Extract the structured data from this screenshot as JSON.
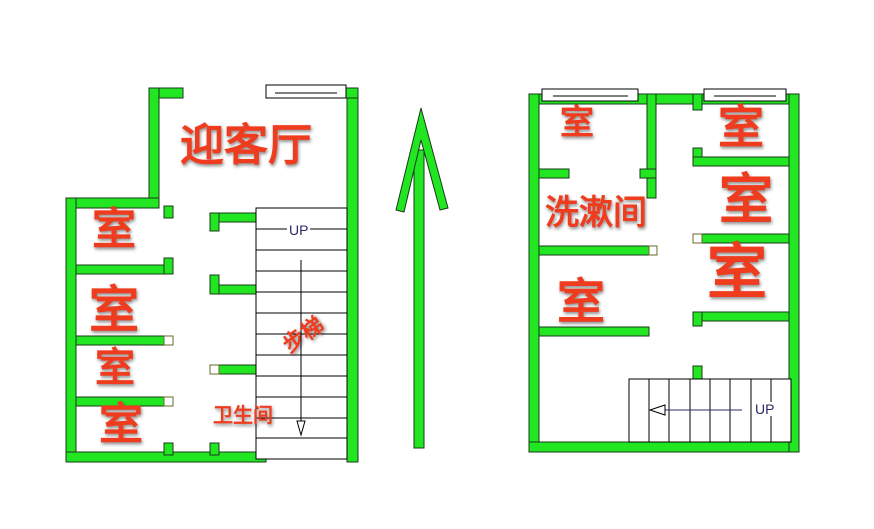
{
  "plan": {
    "colors": {
      "wall": "#22e622",
      "wall_outline": "#1a3a1a",
      "label": "#f03c1e",
      "stair_text": "#2a2a6a"
    },
    "north_arrow": {
      "icon": "north-arrow-icon"
    },
    "left_floor": {
      "rooms": [
        {
          "id": "living",
          "label": "迎客厅"
        },
        {
          "id": "room1",
          "label": "室"
        },
        {
          "id": "room2",
          "label": "室"
        },
        {
          "id": "room3",
          "label": "室"
        },
        {
          "id": "room4",
          "label": "室"
        },
        {
          "id": "bathroom",
          "label": "卫生间"
        },
        {
          "id": "stairs",
          "label": "步梯"
        }
      ],
      "stair_direction": "UP"
    },
    "right_floor": {
      "rooms": [
        {
          "id": "room_tl",
          "label": "室"
        },
        {
          "id": "room_tr",
          "label": "室"
        },
        {
          "id": "washroom",
          "label": "洗漱间"
        },
        {
          "id": "room_mr1",
          "label": "室"
        },
        {
          "id": "room_mr2",
          "label": "室"
        },
        {
          "id": "room_ml",
          "label": "室"
        }
      ],
      "stair_direction": "UP"
    }
  }
}
